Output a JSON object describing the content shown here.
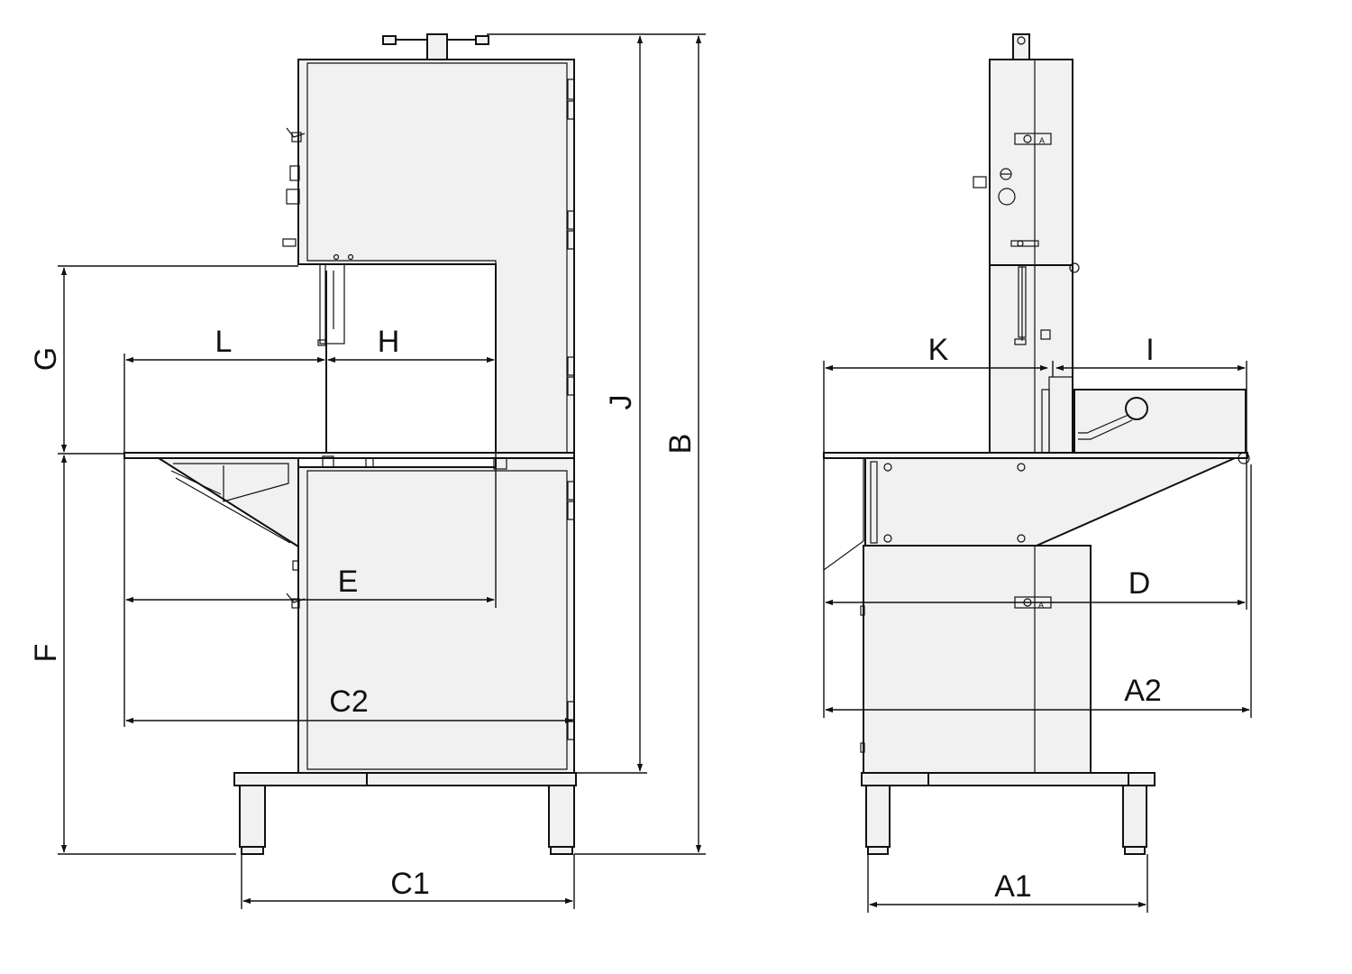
{
  "colors": {
    "line": "#111111",
    "panel": "#f1f1f1",
    "background": "#ffffff"
  },
  "front_view": {
    "labels": {
      "L": "L",
      "H": "H",
      "G": "G",
      "J": "J",
      "B": "B",
      "E": "E",
      "F": "F",
      "C2": "C2",
      "C1": "C1"
    }
  },
  "side_view": {
    "labels": {
      "K": "K",
      "I": "I",
      "D": "D",
      "A2": "A2",
      "A1": "A1"
    },
    "plate_marks": {
      "upper": "A",
      "lower": "A"
    }
  }
}
